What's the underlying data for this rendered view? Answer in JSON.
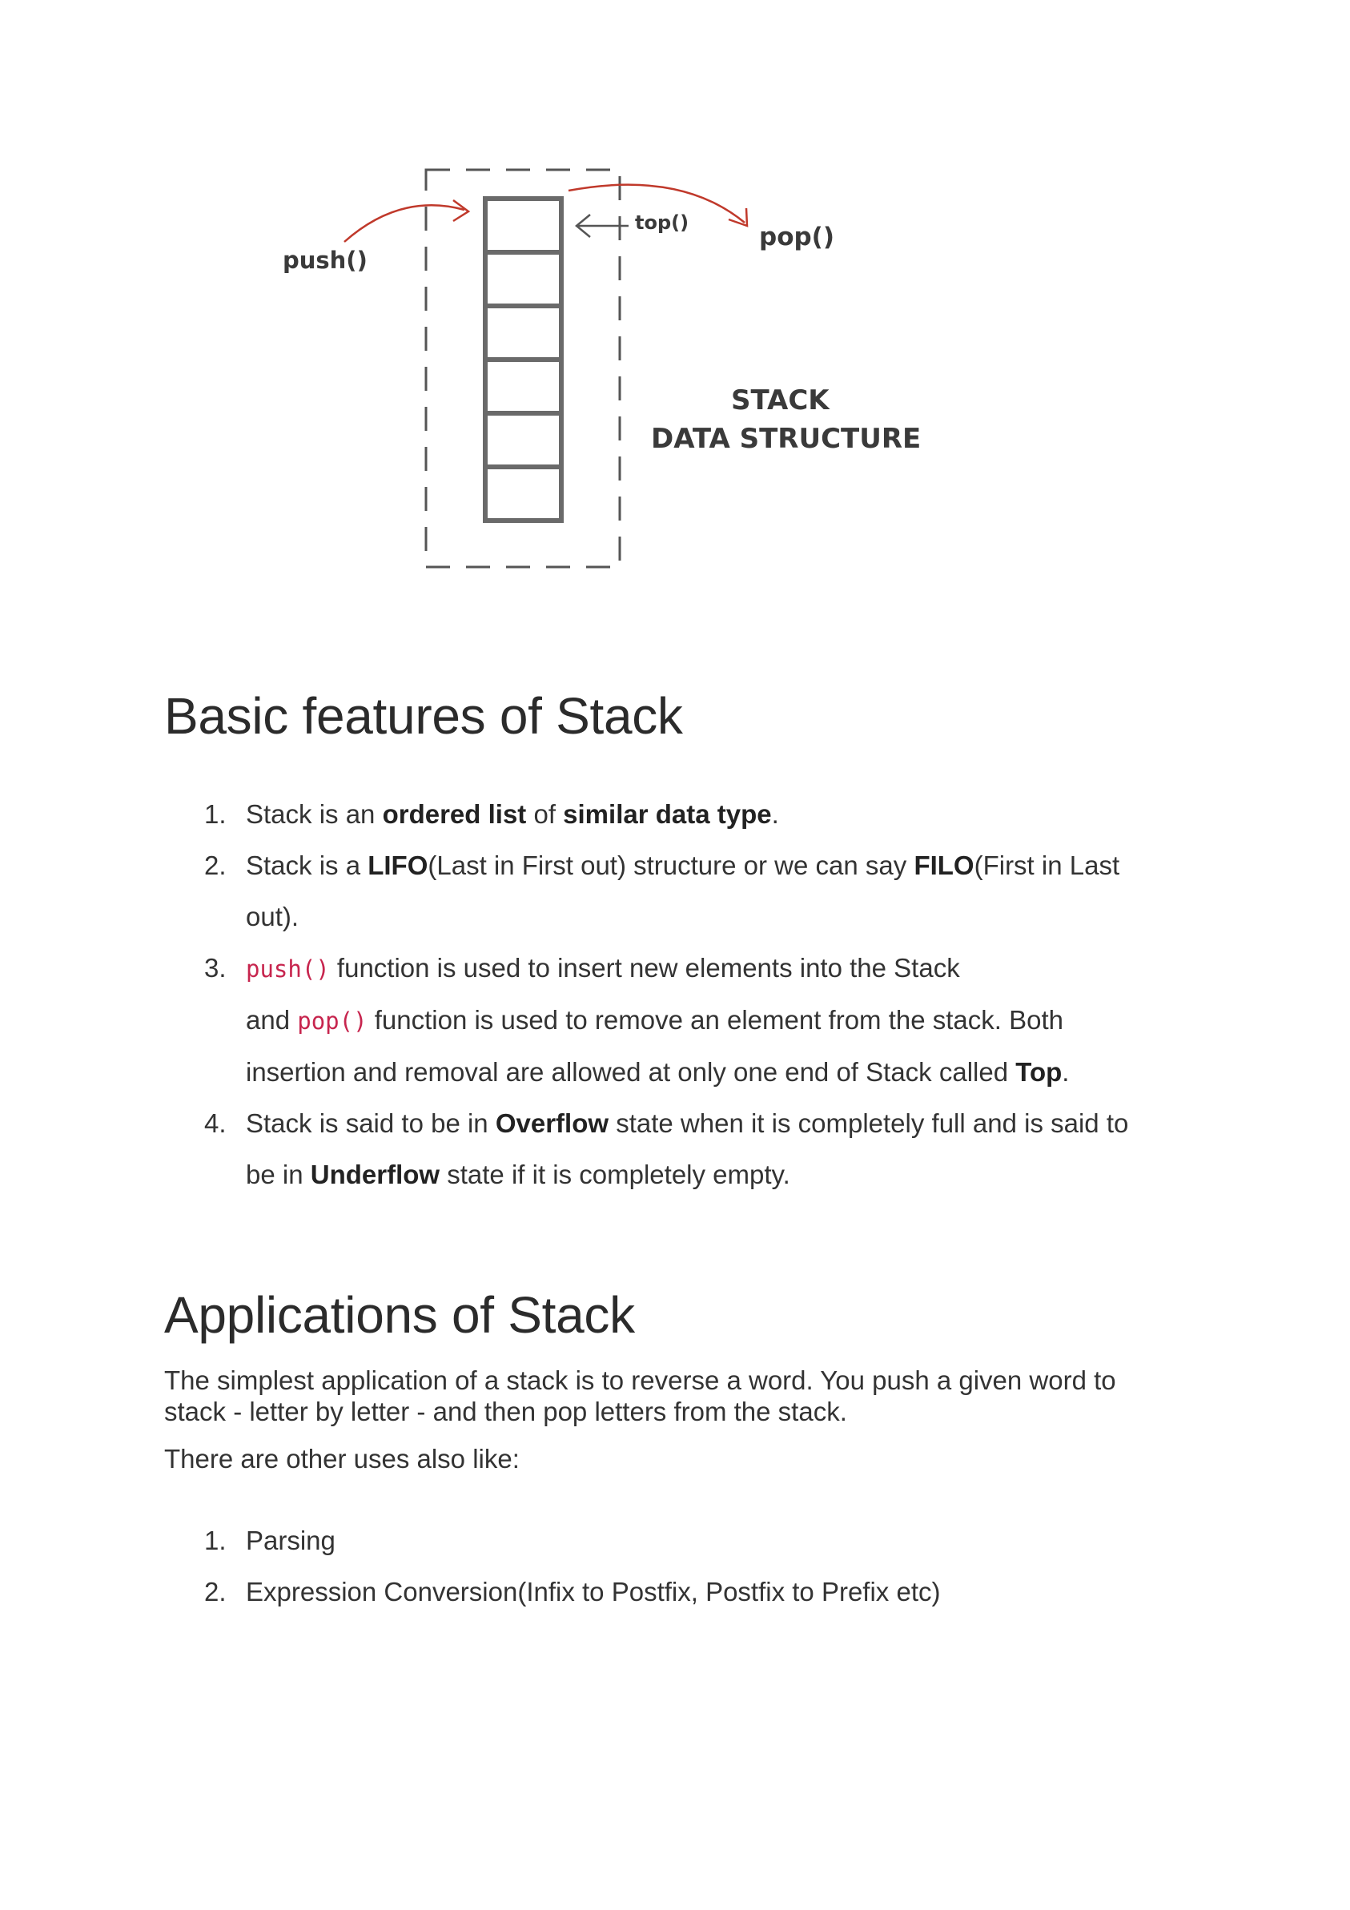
{
  "diagram": {
    "push_label": "push()",
    "top_label": "top()",
    "pop_label": "pop()",
    "title_line1": "STACK",
    "title_line2": "DATA STRUCTURE",
    "cell_count": 6,
    "arrow_color": "#c0392b",
    "line_color": "#555555"
  },
  "features": {
    "heading": "Basic features of Stack",
    "items": [
      {
        "num": "1.",
        "t1": "Stack is an ",
        "b1": "ordered list",
        "t2": " of ",
        "b2": "similar data type",
        "t3": "."
      },
      {
        "num": "2.",
        "t1": "Stack is a ",
        "b1": "LIFO",
        "t2": "(Last in First out) structure or we can say ",
        "b2": "FILO",
        "t3": "(First in Last",
        "t4": "out)."
      },
      {
        "num": "3.",
        "c1": "push()",
        "t1": " function is used to insert new elements into the Stack",
        "t2": "and ",
        "c2": "pop()",
        "t3": " function is used to remove an element from the stack. Both",
        "t4": "insertion and removal are allowed at only one end of Stack called ",
        "b1": "Top",
        "t5": "."
      },
      {
        "num": "4.",
        "t1": "Stack is said to be in ",
        "b1": "Overflow",
        "t2": " state when it is completely full and is said to",
        "t3": "be in ",
        "b2": "Underflow",
        "t4": " state if it is completely empty."
      }
    ]
  },
  "applications": {
    "heading": "Applications of Stack",
    "intro_line1": "The simplest application of a stack is to reverse a word. You push a given word to",
    "intro_line2": "stack - letter by letter - and then pop letters from the stack.",
    "other_uses": "There are other uses also like:",
    "items": [
      {
        "num": "1.",
        "text": "Parsing"
      },
      {
        "num": "2.",
        "text": "Expression Conversion(Infix to Postfix, Postfix to Prefix etc)"
      }
    ]
  }
}
